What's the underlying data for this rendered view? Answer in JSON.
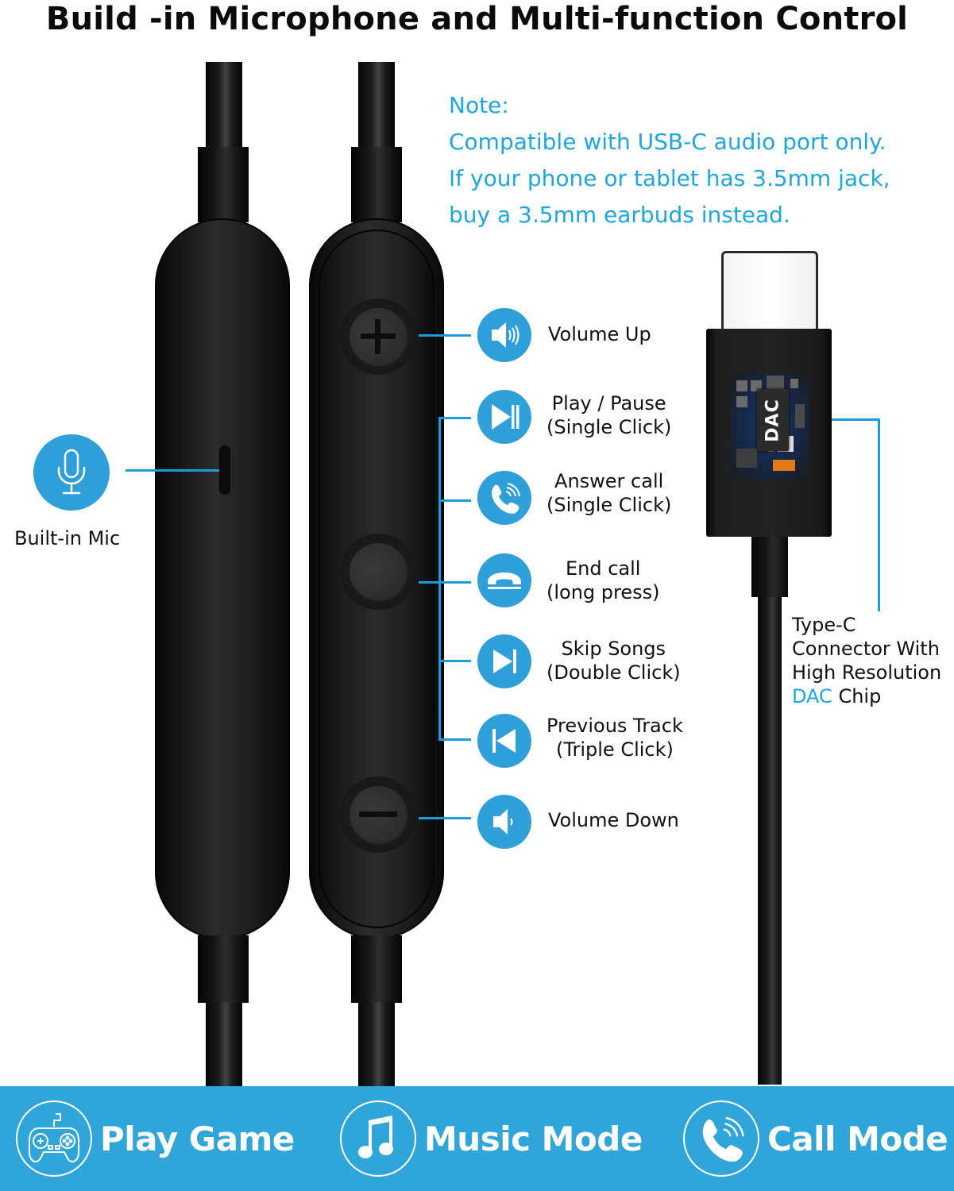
{
  "header": {
    "title": "Build -in Microphone and Multi-function Control"
  },
  "note": {
    "heading": "Note:",
    "lines": [
      "Compatible with USB-C audio port only.",
      "If your phone or tablet has 3.5mm jack,",
      "buy a 3.5mm earbuds instead."
    ]
  },
  "mic": {
    "icon": "microphone-icon",
    "label": "Built-in Mic"
  },
  "controls": [
    {
      "icon": "volume-up-icon",
      "line1": "Volume Up",
      "line2": ""
    },
    {
      "icon": "play-pause-icon",
      "line1": "Play / Pause",
      "line2": "(Single Click)"
    },
    {
      "icon": "phone-answer-icon",
      "line1": "Answer call",
      "line2": "(Single Click)"
    },
    {
      "icon": "phone-hangup-icon",
      "line1": "End call",
      "line2": "(long press)"
    },
    {
      "icon": "skip-forward-icon",
      "line1": "Skip Songs",
      "line2": "(Double Click)"
    },
    {
      "icon": "skip-back-icon",
      "line1": "Previous Track",
      "line2": "(Triple Click)"
    },
    {
      "icon": "volume-down-icon",
      "line1": "Volume Down",
      "line2": ""
    }
  ],
  "connector": {
    "chip_label": "DAC",
    "label_line1": "Type-C",
    "label_line2": "Connector With",
    "label_line3": "High Resolution",
    "label_line4_highlight": "DAC",
    "label_line4_rest": " Chip"
  },
  "modes": [
    {
      "icon": "gamepad-icon",
      "label": "Play Game"
    },
    {
      "icon": "music-note-icon",
      "label": "Music Mode"
    },
    {
      "icon": "phone-call-icon",
      "label": "Call Mode"
    }
  ],
  "colors": {
    "accent_blue": "#2e9fd8",
    "note_text": "#1ea6df",
    "footer_bg": "#2fa5da",
    "product_black": "#1a1a1a"
  }
}
